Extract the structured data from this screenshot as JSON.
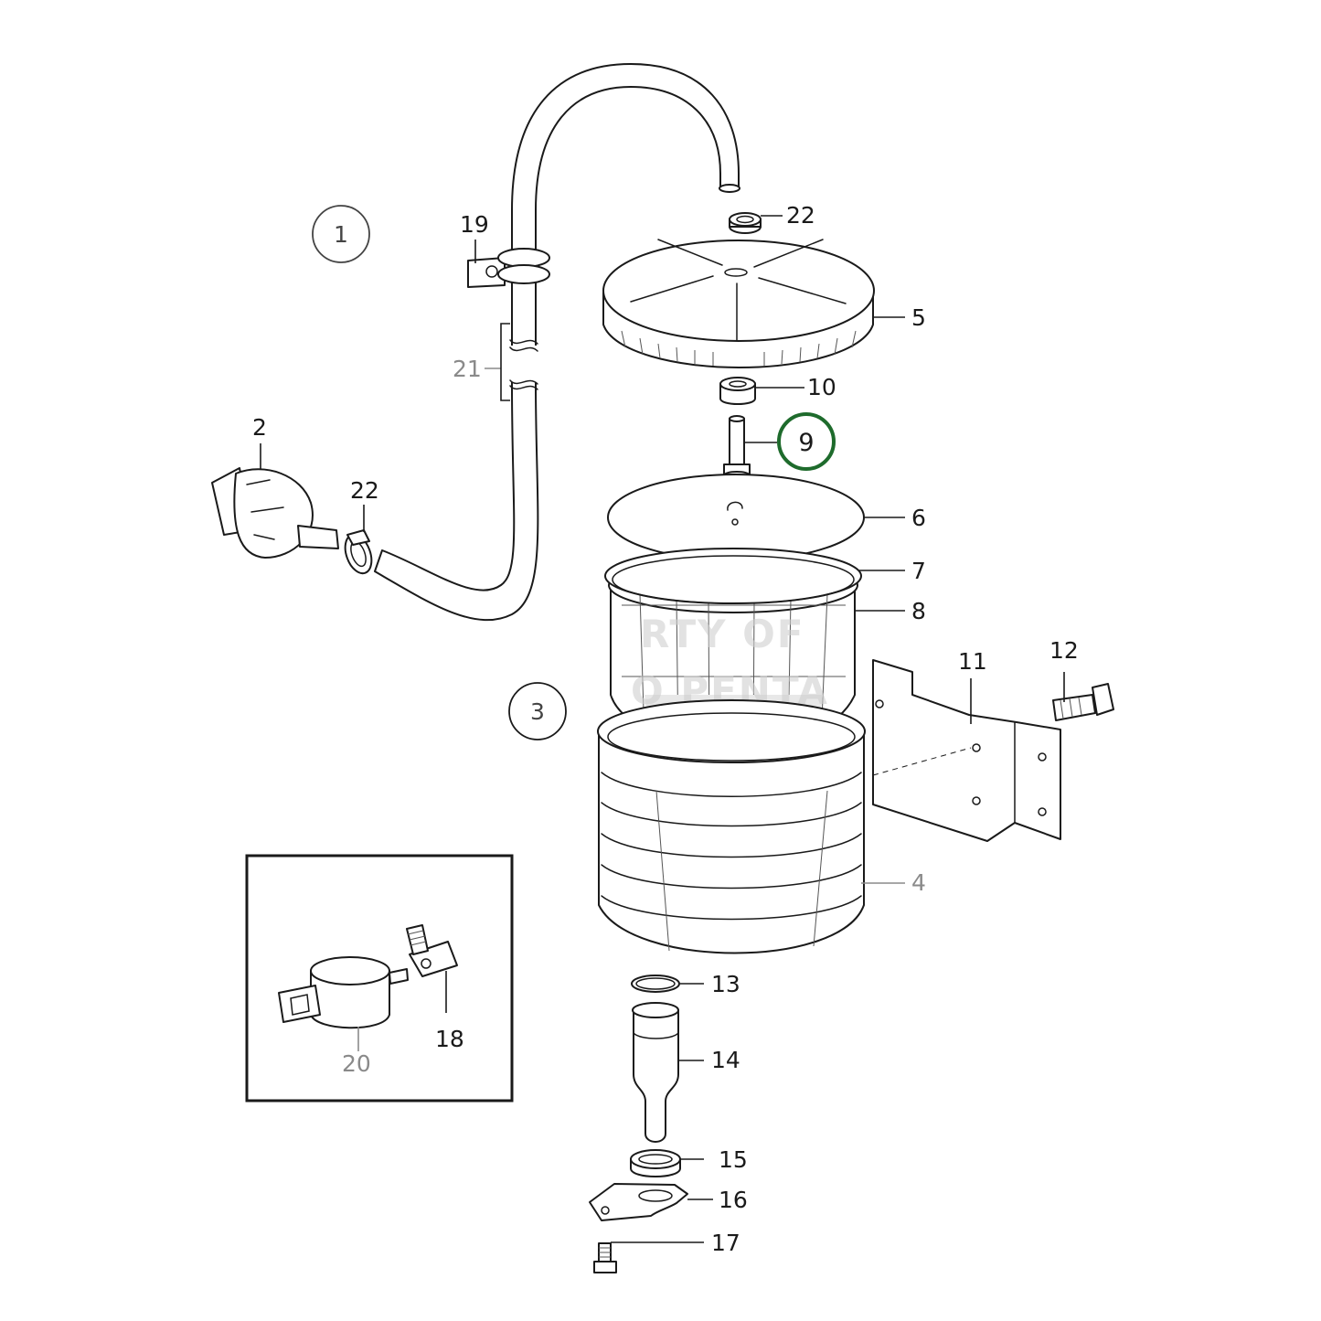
{
  "callouts": {
    "c1": "1",
    "c3": "3",
    "highlight": "9"
  },
  "labels": {
    "p2": "2",
    "p4": "4",
    "p5": "5",
    "p6": "6",
    "p7": "7",
    "p8": "8",
    "p10": "10",
    "p11": "11",
    "p12": "12",
    "p13": "13",
    "p14": "14",
    "p15": "15",
    "p16": "16",
    "p17": "17",
    "p18": "18",
    "p19": "19",
    "p20": "20",
    "p21": "21",
    "p22a": "22",
    "p22b": "22"
  },
  "colors": {
    "highlight_ring": "#1e6b2c",
    "grey_label": "#8a8a8a"
  }
}
